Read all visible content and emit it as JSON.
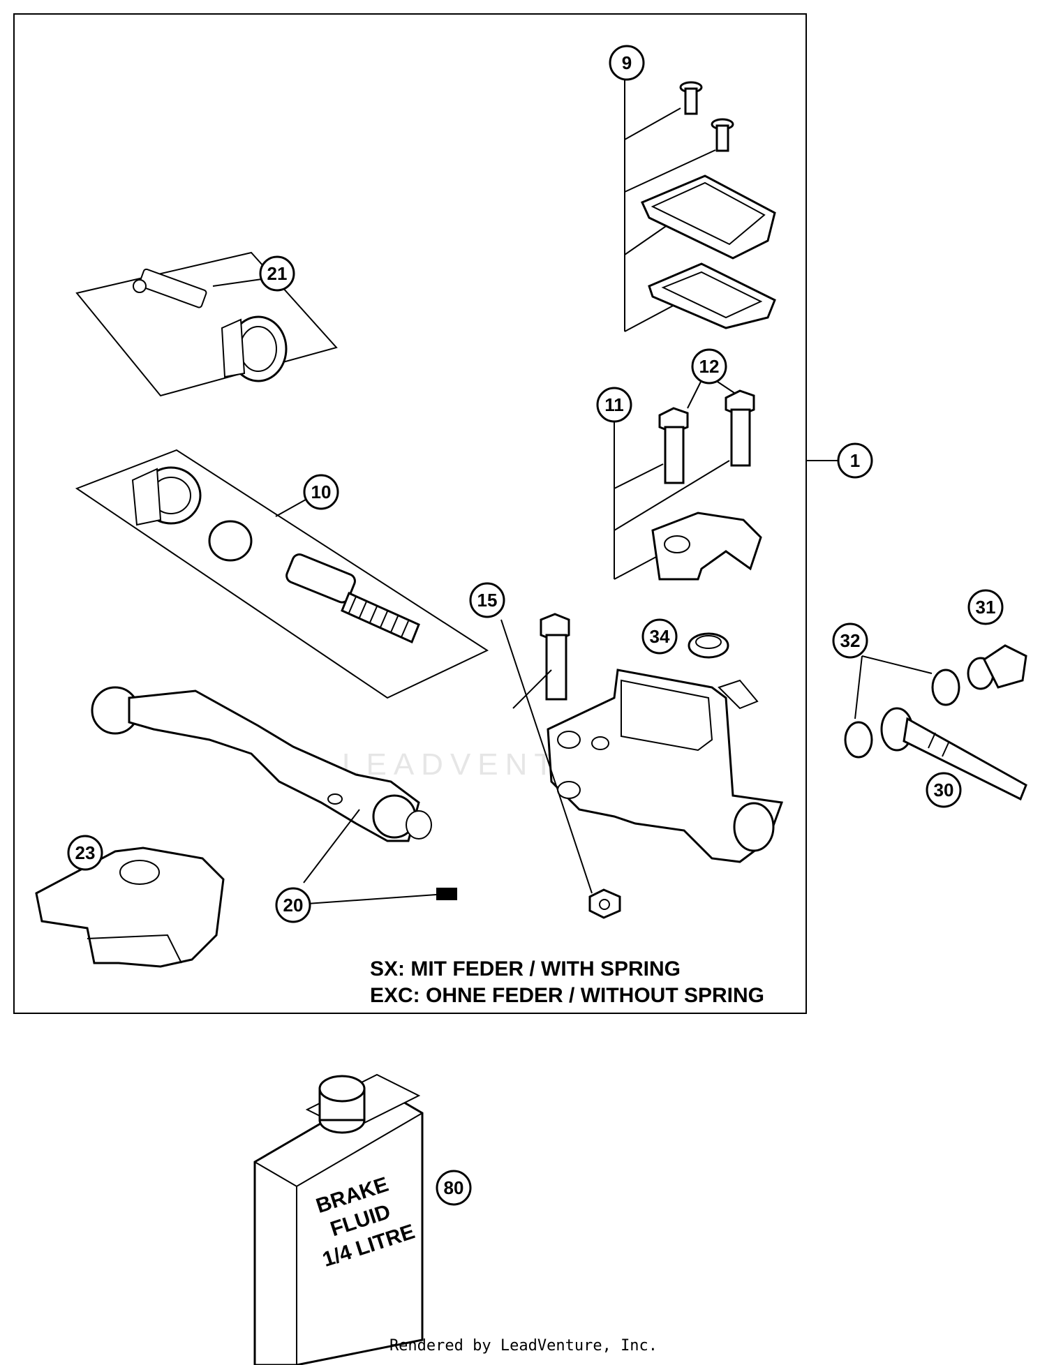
{
  "diagram": {
    "note_lines": [
      "SX: MIT FEDER / WITH SPRING",
      "EXC: OHNE FEDER / WITHOUT SPRING"
    ],
    "bottle_label_lines": [
      "BRAKE",
      "FLUID",
      "1/4 LITRE"
    ],
    "watermark": "LEADVENTURE",
    "footer": "Rendered by LeadVenture, Inc.",
    "callouts": {
      "c1": "1",
      "c9": "9",
      "c10": "10",
      "c11": "11",
      "c12": "12",
      "c15": "15",
      "c20": "20",
      "c21": "21",
      "c23": "23",
      "c30": "30",
      "c31": "31",
      "c32": "32",
      "c34": "34",
      "c80": "80"
    }
  }
}
